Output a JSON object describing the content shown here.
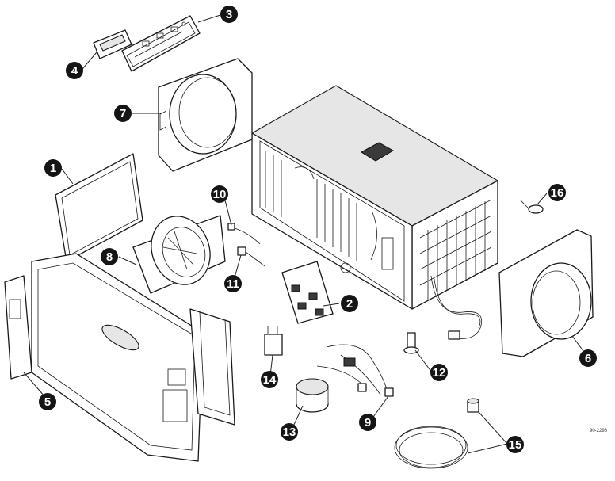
{
  "diagram": {
    "figure_code": "90-2298",
    "callouts": [
      {
        "id": "callout-1",
        "label": "1"
      },
      {
        "id": "callout-2",
        "label": "2"
      },
      {
        "id": "callout-3",
        "label": "3"
      },
      {
        "id": "callout-4",
        "label": "4"
      },
      {
        "id": "callout-5",
        "label": "5"
      },
      {
        "id": "callout-6",
        "label": "6"
      },
      {
        "id": "callout-7",
        "label": "7"
      },
      {
        "id": "callout-8",
        "label": "8"
      },
      {
        "id": "callout-9",
        "label": "9"
      },
      {
        "id": "callout-10",
        "label": "10"
      },
      {
        "id": "callout-11",
        "label": "11"
      },
      {
        "id": "callout-12",
        "label": "12"
      },
      {
        "id": "callout-13",
        "label": "13"
      },
      {
        "id": "callout-14",
        "label": "14"
      },
      {
        "id": "callout-15",
        "label": "15"
      },
      {
        "id": "callout-16",
        "label": "16"
      }
    ]
  }
}
